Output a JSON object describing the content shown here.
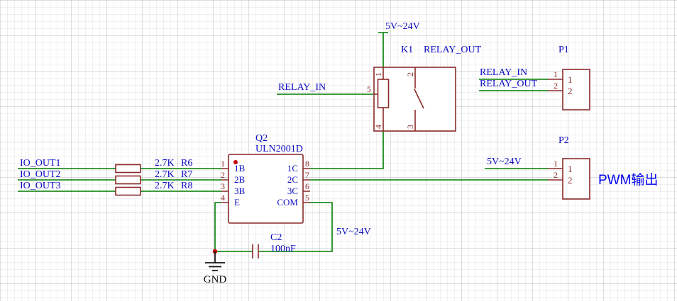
{
  "colors": {
    "wire": "#007d00",
    "component_outline": "#8b2a2a",
    "net_label": "#0d0dc4",
    "junction": "#c40000",
    "gnd_text": "#101010",
    "caption_blue": "#0000ee",
    "background": "#ffffff"
  },
  "power_top": {
    "label": "5V~24V"
  },
  "relay": {
    "ref": "K1",
    "net": "RELAY_OUT",
    "pin1": "1",
    "pin2": "2",
    "pin3": "3",
    "pin4": "4",
    "pin5": "5"
  },
  "relay_in": {
    "label": "RELAY_IN"
  },
  "ic": {
    "ref": "Q2",
    "part": "ULN2001D",
    "pins_left": [
      {
        "num": "1",
        "name": "1B"
      },
      {
        "num": "2",
        "name": "2B"
      },
      {
        "num": "3",
        "name": "3B"
      },
      {
        "num": "4",
        "name": "E"
      }
    ],
    "pins_right": [
      {
        "num": "8",
        "name": "1C"
      },
      {
        "num": "7",
        "name": "2C"
      },
      {
        "num": "6",
        "name": "3C"
      },
      {
        "num": "5",
        "name": "COM"
      }
    ]
  },
  "resistors": [
    {
      "net": "IO_OUT1",
      "value": "2.7K",
      "ref": "R6"
    },
    {
      "net": "IO_OUT2",
      "value": "2.7K",
      "ref": "R7"
    },
    {
      "net": "IO_OUT3",
      "value": "2.7K",
      "ref": "R8"
    }
  ],
  "cap": {
    "ref": "C2",
    "value": "100nF"
  },
  "power_com": {
    "label": "5V~24V"
  },
  "gnd": {
    "label": "GND"
  },
  "p1": {
    "ref": "P1",
    "net1": "RELAY_IN",
    "net2": "RELAY_OUT",
    "pin1": "1",
    "pin2": "2",
    "name1": "1",
    "name2": "2"
  },
  "p2": {
    "ref": "P2",
    "net1": "5V~24V",
    "pin1": "1",
    "pin2": "2",
    "name1": "1",
    "name2": "2",
    "caption": "PWM输出"
  }
}
